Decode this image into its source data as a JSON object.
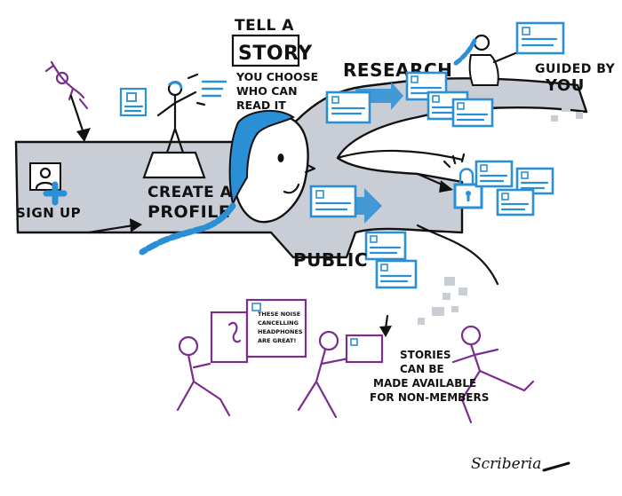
{
  "labels": {
    "tell_a": "TELL A",
    "story": "STORY",
    "you_choose": "YOU CHOOSE",
    "who_can": "WHO CAN",
    "read_it": "READ IT",
    "research": "RESEARCH",
    "guided_by": "GUIDED BY",
    "you": "YOU",
    "sign": "SIGN UP",
    "create_a": "CREATE A",
    "profile": "PROFILE",
    "public": "PUBLIC",
    "bubble_1": "THESE NOISE",
    "bubble_2": "CANCELLING",
    "bubble_3": "HEADPHONES",
    "bubble_4": "ARE GREAT!",
    "stories_1": "STORIES",
    "stories_2": "CAN BE",
    "stories_3": "MADE AVAILABLE",
    "stories_4": "FOR NON-MEMBERS",
    "signature": "Scriberia"
  },
  "colors": {
    "road": "#c9cdd6",
    "blue": "#2b8fd6",
    "purple": "#7b2d8e",
    "ink": "#111111"
  },
  "icons": [
    "user-plus-icon",
    "padlock-icon",
    "arrow-icon",
    "pen-icon"
  ]
}
